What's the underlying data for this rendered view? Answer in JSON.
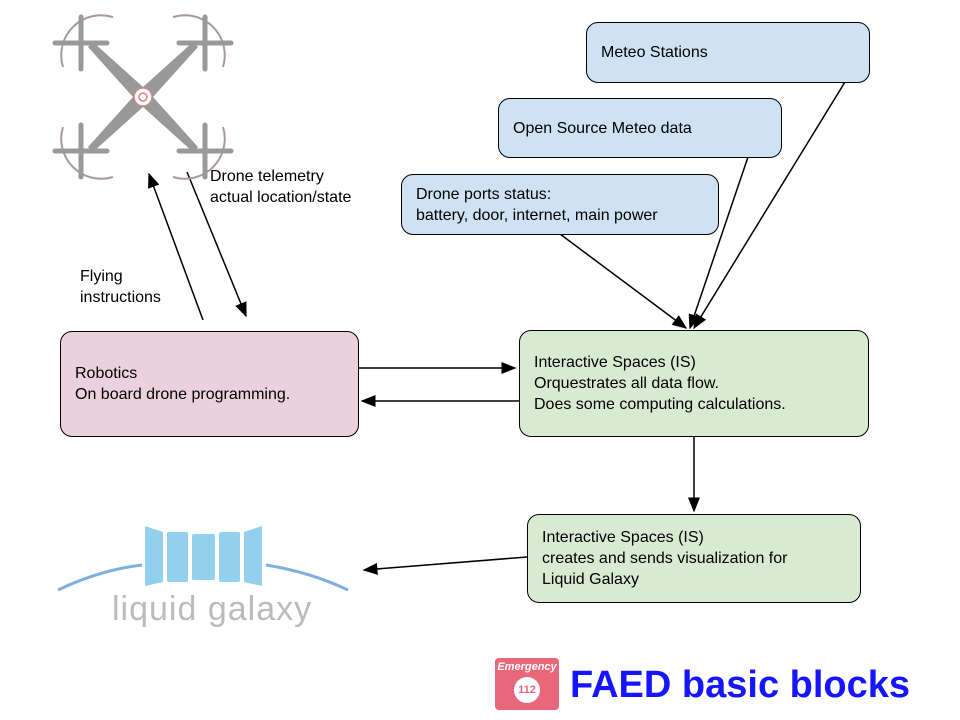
{
  "boxes": {
    "meteo_stations": "Meteo Stations",
    "open_source_meteo": "Open Source Meteo data",
    "drone_ports_line1": "Drone ports status:",
    "drone_ports_line2": "battery, door, internet, main power",
    "robotics_line1": "Robotics",
    "robotics_line2": "On board drone programming.",
    "is1_line1": "Interactive Spaces (IS)",
    "is1_line2": "Orquestrates all data flow.",
    "is1_line3": "Does some computing calculations.",
    "is2_line1": "Interactive Spaces (IS)",
    "is2_line2": "creates and sends visualization for",
    "is2_line3": "Liquid Galaxy"
  },
  "labels": {
    "telemetry_line1": "Drone telemetry",
    "telemetry_line2": "actual location/state",
    "flying_line1": "Flying",
    "flying_line2": "instructions"
  },
  "logos": {
    "liquid_galaxy": "liquid galaxy",
    "emergency": "Emergency",
    "emergency_number": "112"
  },
  "title": "FAED basic blocks",
  "colors": {
    "blue_box": "#cfe2f3",
    "pink_box": "#ead1dc",
    "green_box": "#d9ead3",
    "title": "#1515ff"
  }
}
